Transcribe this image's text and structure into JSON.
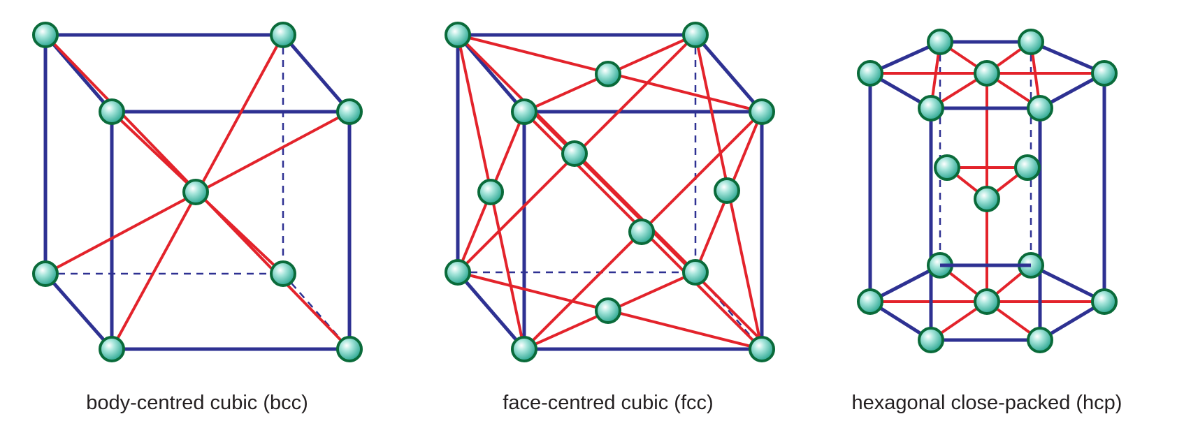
{
  "colors": {
    "frame": "#2e3192",
    "bond": "#e3232b",
    "atom_fill": "#4fc3b3",
    "atom_stroke": "#0a6b3a"
  },
  "diagrams": [
    {
      "id": "bcc",
      "caption": "body-centred cubic (bcc)"
    },
    {
      "id": "fcc",
      "caption": "face-centred cubic (fcc)"
    },
    {
      "id": "hcp",
      "caption": "hexagonal close-packed (hcp)"
    }
  ]
}
